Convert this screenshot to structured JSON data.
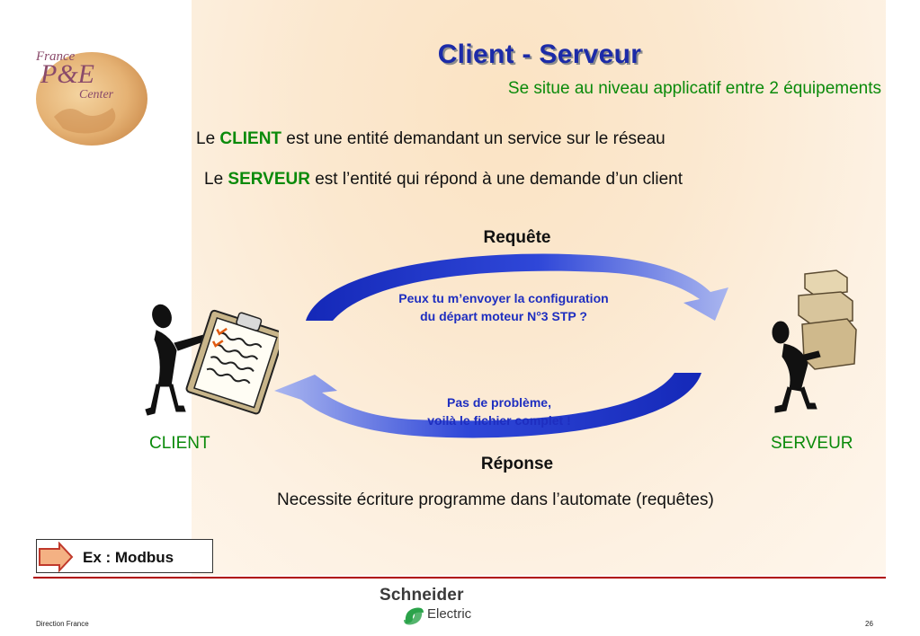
{
  "header": {
    "logo_line1": "France",
    "logo_line2": "P&E",
    "logo_line3": "Center",
    "title": "Client - Serveur",
    "subtitle": "Se situe au niveau applicatif entre 2 équipements"
  },
  "definitions": {
    "client": {
      "prefix": "Le ",
      "keyword": "CLIENT",
      "rest": " est une entité demandant un service sur le réseau"
    },
    "server": {
      "prefix": "Le ",
      "keyword": "SERVEUR",
      "rest": " est l’entité qui répond à une demande d’un client"
    }
  },
  "diagram": {
    "request_label": "Requête",
    "request_text_1": "Peux tu m’envoyer la configuration",
    "request_text_2": "du départ moteur N°3 STP ?",
    "response_text_1": "Pas de problème,",
    "response_text_2": "voilà le fichier complet !",
    "response_label": "Réponse",
    "client_label": "CLIENT",
    "server_label": "SERVEUR"
  },
  "note": "Necessite écriture programme dans l’automate (requêtes)",
  "example": {
    "label": "Ex : Modbus"
  },
  "footer": {
    "left": "Direction France",
    "page": "26",
    "brand_line1": "Schneider",
    "brand_line2": "Electric"
  },
  "colors": {
    "title": "#1c2ba8",
    "accent_green": "#0a8a0a",
    "arrow_blue": "#1b2fc4",
    "rule_red": "#b00000"
  }
}
